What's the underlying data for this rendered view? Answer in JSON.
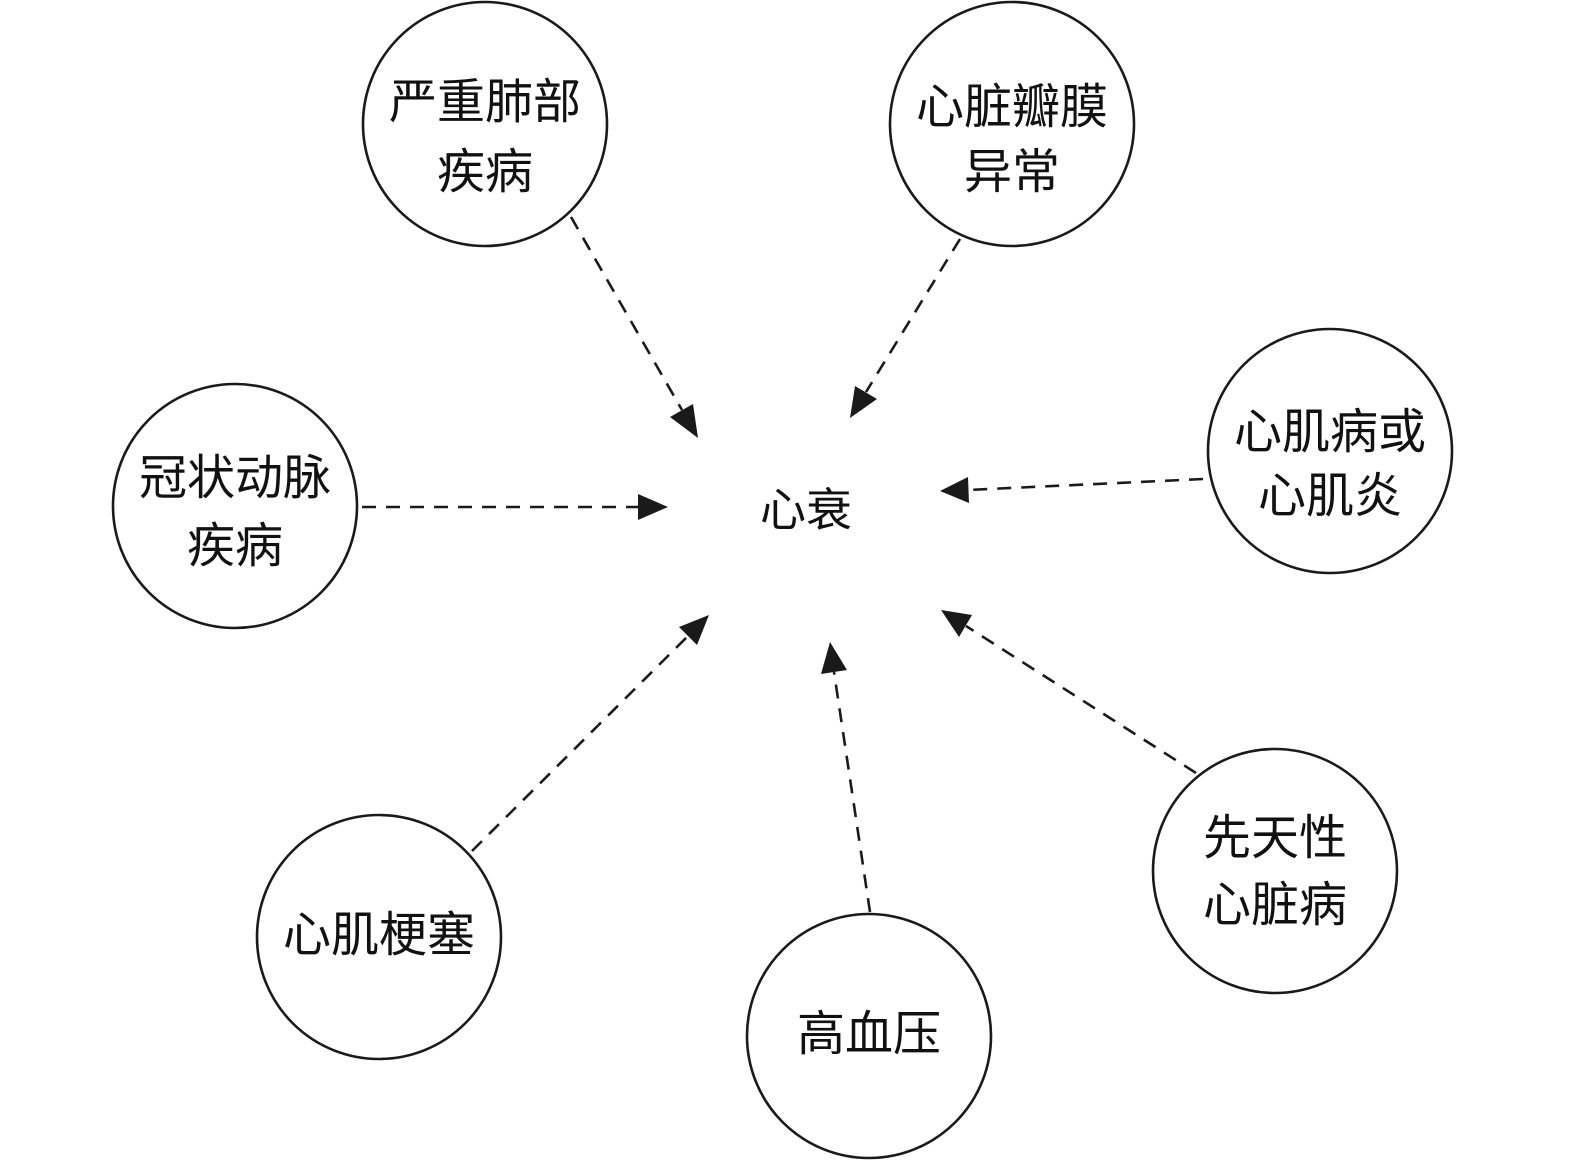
{
  "center": {
    "label": "心衰"
  },
  "nodes": [
    {
      "id": "lung",
      "lines": [
        "严重肺部",
        "疾病"
      ]
    },
    {
      "id": "valve",
      "lines": [
        "心脏瓣膜",
        "异常"
      ]
    },
    {
      "id": "coronary",
      "lines": [
        "冠状动脉",
        "疾病"
      ]
    },
    {
      "id": "myocarditis",
      "lines": [
        "心肌病或",
        "心肌炎"
      ]
    },
    {
      "id": "congenital",
      "lines": [
        "先天性",
        "心脏病"
      ]
    },
    {
      "id": "infarction",
      "lines": [
        "心肌梗塞"
      ]
    },
    {
      "id": "hypertension",
      "lines": [
        "高血压"
      ]
    }
  ],
  "edges": [
    {
      "from": "lung",
      "to": "center"
    },
    {
      "from": "valve",
      "to": "center"
    },
    {
      "from": "coronary",
      "to": "center"
    },
    {
      "from": "myocarditis",
      "to": "center"
    },
    {
      "from": "congenital",
      "to": "center"
    },
    {
      "from": "infarction",
      "to": "center"
    },
    {
      "from": "hypertension",
      "to": "center"
    }
  ]
}
